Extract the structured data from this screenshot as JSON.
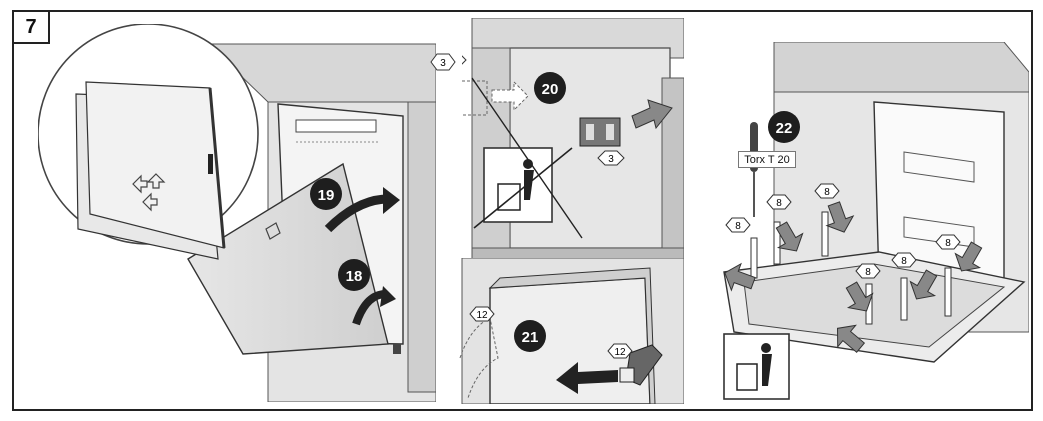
{
  "step": {
    "number": "7"
  },
  "badges": {
    "b18": "18",
    "b19": "19",
    "b20": "20",
    "b21": "21",
    "b22": "22"
  },
  "hex_labels": {
    "h3a": "3",
    "h3b": "3",
    "h12a": "12",
    "h12b": "12",
    "h8": "8"
  },
  "tool": {
    "label": "Torx T 20"
  },
  "colors": {
    "badge": "#1e1e1e",
    "line": "#3a3a3a",
    "panel_gray": "#d9d9d9"
  }
}
